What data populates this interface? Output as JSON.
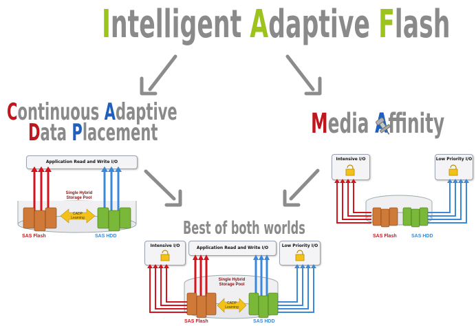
{
  "title": {
    "letters": [
      {
        "text": "I",
        "color": "#9dc31e"
      },
      {
        "text": "ntelligent ",
        "color": "#8a8a8a"
      },
      {
        "text": "A",
        "color": "#9dc31e"
      },
      {
        "text": "daptive ",
        "color": "#8a8a8a"
      },
      {
        "text": "F",
        "color": "#9dc31e"
      },
      {
        "text": "lash",
        "color": "#8a8a8a"
      }
    ]
  },
  "cadp_heading": {
    "line1": [
      {
        "text": "C",
        "color": "#c0161e"
      },
      {
        "text": "ontinuous ",
        "color": "#8a8a8a"
      },
      {
        "text": "A",
        "color": "#1f5fbf"
      },
      {
        "text": "daptive",
        "color": "#8a8a8a"
      }
    ],
    "line2": [
      {
        "text": "D",
        "color": "#c0161e"
      },
      {
        "text": "ata ",
        "color": "#8a8a8a"
      },
      {
        "text": "P",
        "color": "#1f5fbf"
      },
      {
        "text": "lacement",
        "color": "#8a8a8a"
      }
    ]
  },
  "media_heading": [
    {
      "text": "M",
      "color": "#c0161e"
    },
    {
      "text": "edia ",
      "color": "#8a8a8a"
    },
    {
      "text": "A",
      "color": "#1f5fbf"
    },
    {
      "text": "ffinity",
      "color": "#8a8a8a"
    }
  ],
  "best_heading": "Best of both worlds",
  "left_diagram": {
    "box_label": "Application Read and Write I/O",
    "pool_label": "Single Hybrid\nStorage Pool",
    "cadp_label": "CADP\nLearning",
    "flash_label": "SAS Flash",
    "hdd_label": "SAS HDD"
  },
  "right_diagram": {
    "left_box": "Intensive I/O",
    "right_box": "Low Priority I/O",
    "flash_label": "SAS Flash",
    "hdd_label": "SAS HDD"
  },
  "bottom_diagram": {
    "left_box": "Intensive I/O",
    "center_box": "Application Read and Write I/O",
    "right_box": "Low Priority I/O",
    "pool_label": "Single Hybrid\nStorage Pool",
    "cadp_label": "CADP\nLearning",
    "flash_label": "SAS Flash",
    "hdd_label": "SAS HDD"
  },
  "icons": [
    "pushpin-icon",
    "lock-icon",
    "arrow-icon"
  ],
  "colors": {
    "gray": "#8a8a8a",
    "green": "#9dc31e",
    "red": "#c0161e",
    "blue": "#1f5fbf",
    "arrow": "#8c8c8c"
  }
}
